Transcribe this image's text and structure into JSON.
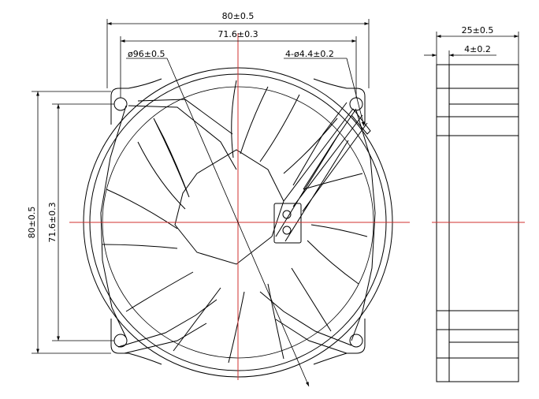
{
  "diagram": {
    "dimensions": {
      "overall_width": "80±0.5",
      "hole_spacing_width": "71.6±0.3",
      "diameter": "ø96±0.5",
      "mounting_holes": "4-ø4.4±0.2",
      "overall_height": "80±0.5",
      "hole_spacing_height": "71.6±0.3",
      "thickness": "25±0.5",
      "flange_thickness": "4±0.2"
    },
    "colors": {
      "line": "#000000",
      "centerline": "#d0302f"
    }
  }
}
